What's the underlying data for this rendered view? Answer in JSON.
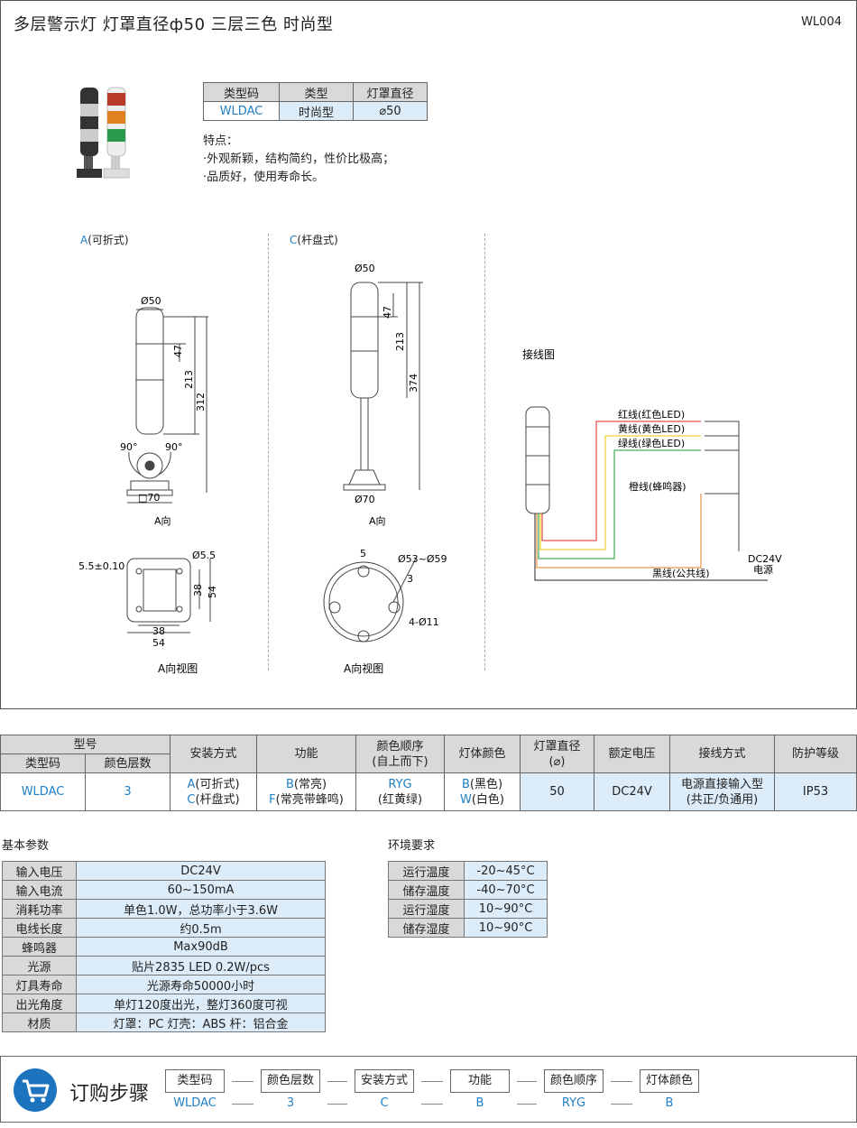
{
  "header": {
    "title": "多层警示灯  灯罩直径ф50  三层三色  时尚型",
    "code": "WL004"
  },
  "summary_table": {
    "headers": [
      "类型码",
      "类型",
      "灯罩直径"
    ],
    "values": [
      "WLDAC",
      "时尚型",
      "⌀50"
    ]
  },
  "features": {
    "heading": "特点：",
    "items": [
      "·外观新颖，结构简约，性价比极高；",
      "·品质好，使用寿命长。"
    ]
  },
  "drawings": {
    "a_prefix": "A",
    "a_label": "(可折式)",
    "c_prefix": "C",
    "c_label": "(杆盘式)",
    "a_view": "A向视图",
    "a_dir": "A向",
    "dim_a": {
      "d50": "Ø50",
      "d47": "47",
      "d213": "213",
      "d312": "312",
      "ang1": "90°",
      "ang2": "90°",
      "base": "□70",
      "tol": "5.5±0.10",
      "hole": "Ø5.5",
      "d38v": "38",
      "d54v": "54",
      "d38h": "38",
      "d54h": "54"
    },
    "dim_c": {
      "d50": "Ø50",
      "d47": "47",
      "d213": "213",
      "d374": "374",
      "base": "Ø70",
      "d5": "5",
      "d53": "Ø53~Ø59",
      "d3": "3",
      "d11": "4-Ø11"
    }
  },
  "wiring": {
    "title": "接线图",
    "red": "红线(红色LED)",
    "yellow": "黄线(黄色LED)",
    "green": "绿线(绿色LED)",
    "orange": "橙线(蜂鸣器)",
    "black": "黑线(公共线)",
    "power1": "DC24V",
    "power2": "电源",
    "colors": {
      "red": "#e02020",
      "yellow": "#e8c800",
      "green": "#1a9a3a",
      "orange": "#e08020",
      "black": "#222222"
    }
  },
  "spec": {
    "h_model": "型号",
    "h_type": "类型码",
    "h_layers": "颜色层数",
    "h_mount": "安装方式",
    "h_func": "功能",
    "h_order": "颜色顺序",
    "h_order2": "(自上而下)",
    "h_body": "灯体颜色",
    "h_dia": "灯罩直径",
    "h_dia2": "(⌀)",
    "h_volt": "额定电压",
    "h_wire": "接线方式",
    "h_ip": "防护等级",
    "type": "WLDAC",
    "layers": "3",
    "mount_a_code": "A",
    "mount_a": "(可折式)",
    "mount_c_code": "C",
    "mount_c": "(杆盘式)",
    "func_b_code": "B",
    "func_b": "(常亮)",
    "func_f_code": "F",
    "func_f": "(常亮带蜂鸣)",
    "order_code": "RYG",
    "order_text": "(红黄绿)",
    "body_b_code": "B",
    "body_b": "(黑色)",
    "body_w_code": "W",
    "body_w": "(白色)",
    "dia": "50",
    "volt": "DC24V",
    "wire1": "电源直接输入型",
    "wire2": "(共正/负通用)",
    "ip": "IP53"
  },
  "basic_params": {
    "title": "基本参数",
    "rows": [
      [
        "输入电压",
        "DC24V"
      ],
      [
        "输入电流",
        "60~150mA"
      ],
      [
        "消耗功率",
        "单色1.0W，总功率小于3.6W"
      ],
      [
        "电线长度",
        "约0.5m"
      ],
      [
        "蜂鸣器",
        "Max90dB"
      ],
      [
        "光源",
        "贴片2835  LED  0.2W/pcs"
      ],
      [
        "灯具寿命",
        "光源寿命50000小时"
      ],
      [
        "出光角度",
        "单灯120度出光，整灯360度可视"
      ],
      [
        "材质",
        "灯罩：PC    灯壳：ABS    杆：铝合金"
      ]
    ]
  },
  "environment": {
    "title": "环境要求",
    "rows": [
      [
        "运行温度",
        "-20~45°C"
      ],
      [
        "储存温度",
        "-40~70°C"
      ],
      [
        "运行湿度",
        "10~90°C"
      ],
      [
        "储存湿度",
        "10~90°C"
      ]
    ]
  },
  "order": {
    "title": "订购步骤",
    "steps": [
      "类型码",
      "颜色层数",
      "安装方式",
      "功能",
      "颜色顺序",
      "灯体颜色"
    ],
    "values": [
      "WLDAC",
      "3",
      "C",
      "B",
      "RYG",
      "B"
    ]
  }
}
